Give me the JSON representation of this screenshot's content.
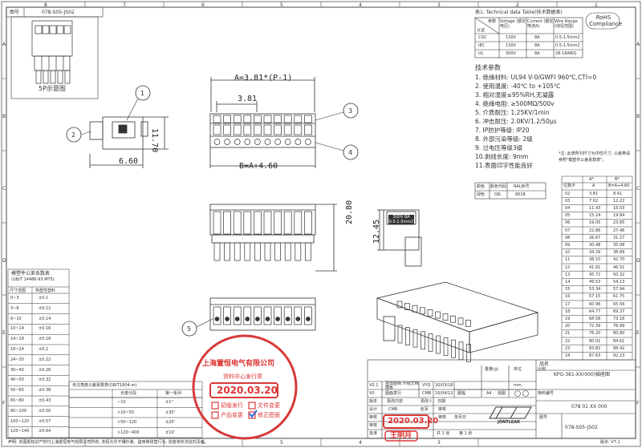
{
  "frame": {
    "cols_top": [
      "8",
      "7",
      "6",
      "5",
      "4",
      "3",
      "2",
      "1"
    ],
    "rows_left": [
      "A",
      "B",
      "C",
      "D",
      "E",
      "F"
    ],
    "cols_bottom": [
      "8",
      "7",
      "6",
      "5",
      "4",
      "3",
      "2",
      "1"
    ]
  },
  "topleft": {
    "label": "图号",
    "value": "078-S05-JS02"
  },
  "preview_caption": "5P示意图",
  "rohs": "RoHS Compliance",
  "tech_table": {
    "title": "表1: Technical data Table(技术数据表)",
    "headers": [
      "认证",
      "参数",
      "Voltage (额定电压)",
      "Current (额定电流A)",
      "Wire Range (线径范围)"
    ],
    "rows": [
      [
        "CQC",
        "130V",
        "8A",
        "0.5-1.5mm2"
      ],
      [
        "IEC",
        "130V",
        "8A",
        "0.5-1.5mm2"
      ],
      [
        "UL",
        "300V",
        "8A",
        "28-16AWG"
      ]
    ]
  },
  "specs": {
    "title": "技术参数",
    "lines": [
      "1. 绝缘材料: UL94 V-0/GWFI 960℃,CTI=0",
      "2. 使用温度: -40℃ to +105℃",
      "3. 相对湿度≤95%RH,无凝露",
      "4. 绝缘电阻: ≥500MΩ/500v",
      "5. 介质耐压: 1.25KV/1min",
      "6. 冲击耐压: 2.0KV/1.2/50μs",
      "7. IP防护等级: IP20",
      "8. 外部污染等级: 2级",
      "9. 过电压等级3级",
      "10.剥线长度: 9mm",
      "11.表面印字性能良好"
    ]
  },
  "color_table": {
    "headers": [
      "颜色",
      "颜色代码",
      "RAL色号"
    ],
    "row": [
      "绿色",
      "GN",
      "6018"
    ]
  },
  "note": "*注: 此表所列尺寸为中性尺寸, 公差带请参照\"模塑件公差系数表\"。",
  "dims_table": {
    "title_a": "A*",
    "title_b": "B*",
    "headers": [
      "位数/P",
      "A",
      "B=A+4.60"
    ],
    "rows": [
      [
        "02",
        "3.81",
        "8.41"
      ],
      [
        "03",
        "7.62",
        "12.22"
      ],
      [
        "04",
        "11.43",
        "16.03"
      ],
      [
        "05",
        "15.24",
        "19.84"
      ],
      [
        "06",
        "19.05",
        "23.65"
      ],
      [
        "07",
        "22.86",
        "27.46"
      ],
      [
        "08",
        "26.67",
        "31.27"
      ],
      [
        "09",
        "30.48",
        "35.08"
      ],
      [
        "10",
        "34.29",
        "38.89"
      ],
      [
        "11",
        "38.10",
        "42.70"
      ],
      [
        "12",
        "41.91",
        "46.51"
      ],
      [
        "13",
        "45.72",
        "50.32"
      ],
      [
        "14",
        "49.53",
        "54.13"
      ],
      [
        "15",
        "53.34",
        "57.94"
      ],
      [
        "16",
        "57.15",
        "61.75"
      ],
      [
        "17",
        "60.96",
        "65.56"
      ],
      [
        "18",
        "64.77",
        "69.37"
      ],
      [
        "19",
        "68.58",
        "73.18"
      ],
      [
        "20",
        "72.39",
        "76.99"
      ],
      [
        "21",
        "76.20",
        "80.80"
      ],
      [
        "22",
        "80.01",
        "84.61"
      ],
      [
        "23",
        "83.82",
        "88.42"
      ],
      [
        "24",
        "87.63",
        "92.23"
      ]
    ]
  },
  "drawing": {
    "pitch_formula": "A=3.81*(P-1)",
    "pitch": "3.81",
    "b_formula": "B=A+4.60",
    "height1": "11.70",
    "length1": "6.60",
    "height2": "20.80",
    "height3": "12.45",
    "balloons": [
      "1",
      "2",
      "3",
      "4",
      "5"
    ],
    "print_text": "300V 8A 0.5-1.5mm2"
  },
  "tol_table": {
    "title": "模塑件公差系数表",
    "subtitle": "(GB/T 14486-93 MT5)",
    "headers": [
      "尺寸范围",
      "热塑性塑料"
    ],
    "rows": [
      [
        "0~3",
        "±0.1"
      ],
      [
        "3~6",
        "±0.12"
      ],
      [
        "6~10",
        "±0.14"
      ],
      [
        "10~14",
        "±0.16"
      ],
      [
        "14~18",
        "±0.18"
      ],
      [
        "18~24",
        "±0.2"
      ],
      [
        "24~30",
        "±0.22"
      ],
      [
        "30~40",
        "±0.26"
      ],
      [
        "40~50",
        "±0.32"
      ],
      [
        "50~65",
        "±0.38"
      ],
      [
        "65~80",
        "±0.43"
      ],
      [
        "80~100",
        "±0.50"
      ],
      [
        "100~120",
        "±0.57"
      ],
      [
        "120~140",
        "±0.64"
      ]
    ]
  },
  "tol2_table": {
    "title": "未注角度公差系数表(GB/T1804-m)",
    "headers": [
      "长度分段",
      "第一系列"
    ],
    "rows": [
      [
        "~10",
        "±1°"
      ],
      [
        ">10~50",
        "±30'"
      ],
      [
        ">50~120",
        "±20'"
      ],
      [
        ">120~400",
        "±10'"
      ]
    ]
  },
  "stamp": {
    "company": "上海置恒电气有限公司",
    "dept": "资料中心发行章",
    "date": "2020.03.20",
    "opt1": "初版发行",
    "opt2": "文件变更",
    "opt3": "产品变更",
    "opt4": "修正图面"
  },
  "stamp2": {
    "date": "2020.03.20",
    "name": "王明月"
  },
  "titleblock": {
    "name_label": "品名",
    "name_value": "KPG-381-XX(000)插座图",
    "weight_label": "重量(g)",
    "unit_label": "单位",
    "scale_label": "比例",
    "unit_value": "mm",
    "size_label": "图幅",
    "size_value": "A4",
    "view_label": "视图",
    "part_label": "物料编号",
    "part_value": "078 01 XX 000",
    "drawing_no_label": "图号",
    "drawing_no_value": "078-S05-JS02",
    "sheets": "共 1 张",
    "sheet": "第 1 张",
    "rev_rows": [
      [
        "V0.1",
        "更改图档 升级文档模板",
        "VYQ",
        "20/03/18"
      ],
      [
        "V0",
        "图面发行",
        "CMB",
        "16/04/12"
      ]
    ],
    "rev_headers": [
      "版本",
      "更改内容",
      "更改人",
      "日期"
    ],
    "roles": [
      [
        "设计",
        "CMB"
      ],
      [
        "审核",
        ""
      ],
      [
        "审核",
        "赵军"
      ],
      [
        "审核",
        "单月日"
      ]
    ],
    "role_labels": [
      "设计",
      "审核",
      "审核",
      "批准"
    ],
    "names": [
      "CMB",
      "赵军",
      "王明月"
    ],
    "footer": "声明: 本图纸知识产权归上海置恒电气有限公司所有, 未经允许不得抄袭、盗用等侵害行为; 违者将依法追究责任。",
    "version": "版本: V7.1",
    "logo": "JONTLEAR"
  },
  "colors": {
    "line": "#333333",
    "stamp": "#d83838",
    "blue_check": "#2a6bd8"
  }
}
